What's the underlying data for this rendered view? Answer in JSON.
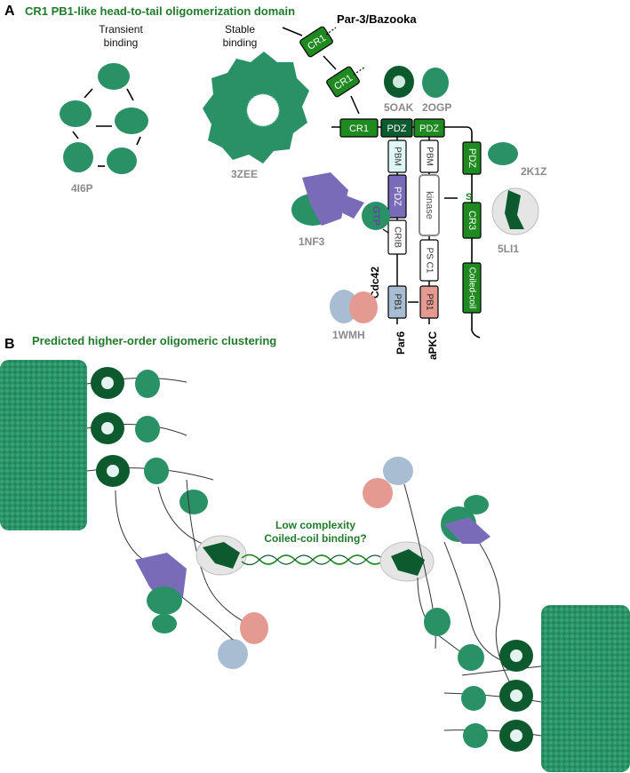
{
  "colors": {
    "green": "#2a9167",
    "green_dark": "#0c5a2e",
    "green_domain": "#1f8a1f",
    "purple": "#7a6bb8",
    "blue_gray": "#a8bcd2",
    "salmon": "#e59a91",
    "white_protein": "#e5e5e5",
    "title_green": "#1f7a2a",
    "gray_text": "#8a8a8a"
  },
  "panel_a": {
    "letter": "A",
    "title": "CR1 PB1-like head-to-tail oligomerization domain",
    "transient_line1": "Transient",
    "transient_line2": "binding",
    "stable_line1": "Stable",
    "stable_line2": "binding",
    "pdb_ring": "4I6P",
    "pdb_stable": "3ZEE",
    "pdb_5oak": "5OAK",
    "pdb_2ogp": "2OGP",
    "pdb_2k1z": "2K1Z",
    "pdb_1nf3": "1NF3",
    "pdb_5li1": "5LI1",
    "pdb_1wmh": "1WMH",
    "par3_label": "Par-3/Bazooka",
    "cr1": "CR1",
    "pdz": "PDZ",
    "pbm": "PBM",
    "crib": "CRIB",
    "pb1": "PB1",
    "kinase": "kinase",
    "psc1": "PS C1",
    "s": "S",
    "cr3": "CR3",
    "coiled_coil": "Coiled-coil",
    "gtp": "GTP",
    "cdc42": "Cdc42",
    "par6": "Par6",
    "apkc": "aPKC"
  },
  "panel_b": {
    "letter": "B",
    "title": "Predicted higher-order oligomeric clustering",
    "center_line1": "Low complexity",
    "center_line2": "Coiled-coil binding?"
  }
}
